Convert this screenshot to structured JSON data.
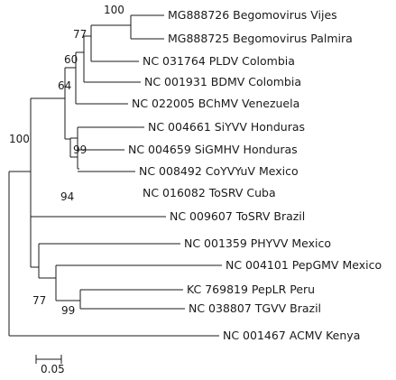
{
  "tree": {
    "leaves": [
      {
        "id": "L1",
        "label": "MG888726 Begomovirus Vijes"
      },
      {
        "id": "L2",
        "label": "MG888725 Begomovirus Palmira"
      },
      {
        "id": "L3",
        "label": "NC 031764 PLDV Colombia"
      },
      {
        "id": "L4",
        "label": "NC 001931 BDMV Colombia"
      },
      {
        "id": "L5",
        "label": "NC 022005 BChMV Venezuela"
      },
      {
        "id": "L6",
        "label": "NC 004661 SiYVV Honduras"
      },
      {
        "id": "L7",
        "label": "NC 004659 SiGMHV Honduras"
      },
      {
        "id": "L8",
        "label": "NC 008492 CoYVYuV Mexico"
      },
      {
        "id": "L9",
        "label": "NC 016082 ToSRV Cuba"
      },
      {
        "id": "L10",
        "label": "NC 009607 ToSRV Brazil"
      },
      {
        "id": "L11",
        "label": "NC 001359 PHYVV Mexico"
      },
      {
        "id": "L12",
        "label": "NC 004101 PepGMV Mexico"
      },
      {
        "id": "L13",
        "label": "KC 769819 PepLR Peru"
      },
      {
        "id": "L14",
        "label": "NC 038807 TGVV Brazil"
      },
      {
        "id": "L15",
        "label": "NC 001467 ACMV Kenya"
      }
    ],
    "support_values": [
      {
        "node": "vijes-palmira",
        "value": "100"
      },
      {
        "node": "begomovirus-pldv",
        "value": "77"
      },
      {
        "node": "with-bdmv",
        "value": "60"
      },
      {
        "node": "with-bchmv",
        "value": "64"
      },
      {
        "node": "new-world-main",
        "value": "100"
      },
      {
        "node": "honduras-pair",
        "value": "99"
      },
      {
        "node": "coyvyuv-tosrv-cuba",
        "value": "94"
      },
      {
        "node": "pepgmv-group",
        "value": "77"
      },
      {
        "node": "peplr-tgvv",
        "value": "99"
      }
    ]
  },
  "scale_bar": {
    "label": "0.05"
  }
}
